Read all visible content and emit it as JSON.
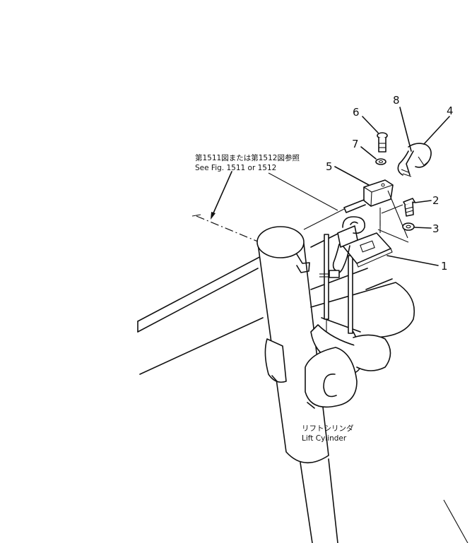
{
  "callouts": {
    "n1": "1",
    "n2": "2",
    "n3": "3",
    "n4": "4",
    "n5": "5",
    "n6": "6",
    "n7": "7",
    "n8": "8"
  },
  "reference": {
    "japanese": "第1511図または第1512図参照",
    "english": "See Fig. 1511 or 1512"
  },
  "cylinder_label": {
    "japanese": "リフトシリンダ",
    "english": "Lift Cylinder"
  }
}
